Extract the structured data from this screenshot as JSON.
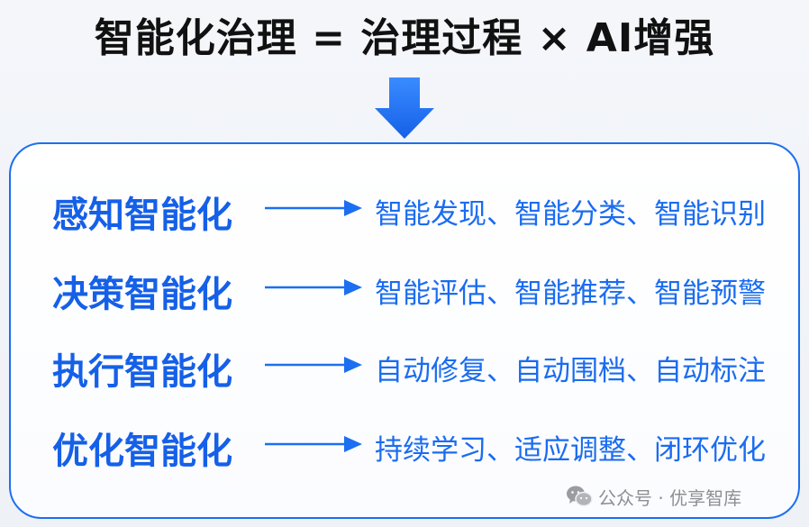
{
  "title": "智能化治理 = 治理过程 × AI增强",
  "rows": [
    {
      "label": "感知智能化",
      "items": "智能发现、智能分类、智能识别"
    },
    {
      "label": "决策智能化",
      "items": "智能评估、智能推荐、智能预警"
    },
    {
      "label": "执行智能化",
      "items": "自动修复、自动围档、自动标注"
    },
    {
      "label": "优化智能化",
      "items": "持续学习、适应调整、闭环优化"
    }
  ],
  "watermark": {
    "text": "公众号 · 优享智库",
    "icon": "wechat-icon"
  },
  "colors": {
    "accent": "#1c6ff0",
    "label": "#1560e8",
    "title": "#111111"
  }
}
